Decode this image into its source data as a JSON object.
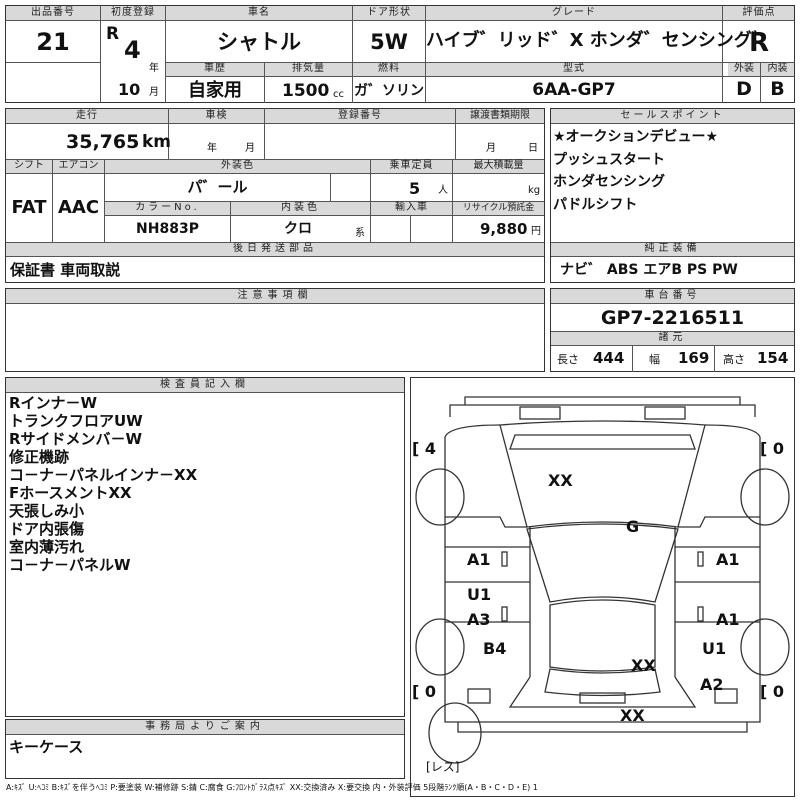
{
  "header": {
    "lot_no_label": "出品番号",
    "lot_no": "21",
    "first_reg_label": "初度登録",
    "era": "R",
    "year": "4",
    "year_unit": "年",
    "month": "10",
    "month_unit": "月",
    "car_name_label": "車名",
    "car_name": "シャトル",
    "doors_label": "ドア形状",
    "doors": "5W",
    "grade_label": "グレード",
    "grade": "ハイブ゛リッド゛X ホンダ゛センシング゛",
    "score_label": "評価点",
    "score": "R",
    "history_label": "車歴",
    "history": "自家用",
    "displacement_label": "排気量",
    "displacement": "1500",
    "displacement_unit": "cc",
    "fuel_label": "燃料",
    "fuel": "ガ゛ソリン",
    "model_label": "型式",
    "model": "6AA-GP7",
    "exterior_label": "外装",
    "interior_label": "内装",
    "exterior_grade": "D",
    "interior_grade": "B"
  },
  "mid": {
    "mileage_label": "走行",
    "mileage": "35,765",
    "mileage_unit": "km",
    "inspection_label": "車検",
    "inspection_year": "年",
    "inspection_month": "月",
    "reg_no_label": "登録番号",
    "transfer_label": "譲渡書類期限",
    "transfer_month": "月",
    "transfer_day": "日",
    "shift_label": "シフト",
    "shift": "FAT",
    "ac_label": "エアコン",
    "ac": "AAC",
    "color_label": "外装色",
    "color": "パ゛ール",
    "seats_label": "乗車定員",
    "seats": "5",
    "seats_unit": "人",
    "load_label": "最大積載量",
    "load_unit": "kg",
    "color_no_label": "カラーNo.",
    "color_no": "NH883P",
    "int_color_label": "内装色",
    "int_color": "クロ",
    "int_color_unit": "系",
    "import_label": "輸入車",
    "recycle_label": "リサイクル預託金",
    "recycle": "9,880",
    "recycle_unit": "円",
    "later_label": "後日発送部品",
    "later": "保証書 車両取説",
    "notes_label": "注意事項欄"
  },
  "sales": {
    "label": "セールスポイント",
    "points": [
      "★オークションデビュー★",
      "プッシュスタート",
      "ホンダセンシング",
      "パドルシフト"
    ],
    "equip_label": "純正装備",
    "equip": "ナビ゛ ABS エアB PS PW",
    "chassis_label": "車台番号",
    "chassis": "GP7-2216511",
    "dims_label": "諸元",
    "length_label": "長さ",
    "length": "444",
    "width_label": "幅",
    "width": "169",
    "height_label": "高さ",
    "height": "154"
  },
  "inspector": {
    "label": "検査員記入欄",
    "lines": [
      "Rインナ－W",
      "トランクフロアUW",
      "Rサイドメンバ－W",
      "修正機跡",
      "コ－ナ－パネルインナ－XX",
      "FホースメントXX",
      "天張しみ小",
      "ドア内張傷",
      "室内薄汚れ",
      "コ－ナ－パネルW"
    ]
  },
  "diagram": {
    "tire_fl": "4",
    "tire_fr": "0",
    "tire_rl": "0",
    "tire_rr": "0",
    "spare_label": "レス",
    "marks": {
      "hood": "XX",
      "windshield": "G",
      "front_left_door": "A1",
      "rear_left_door_top": "U1",
      "rear_left_door": "A3",
      "left_quarter": "B4",
      "front_right_door": "A1",
      "rear_right_door": "A1",
      "right_quarter": "U1",
      "roof_rear": "XX",
      "right_rear_bumper": "A2",
      "rear_bumper": "XX"
    }
  },
  "office": {
    "label": "事務局よりご案内",
    "text": "キーケース"
  },
  "legend": "A:ｷｽﾞ U:ﾍｺﾐ B:ｷｽﾞを伴うﾍｺﾐ P:要塗装 W:補修跡 S:錆 C:腐食 G:ﾌﾛﾝﾄｶﾞﾗｽ点ｷｽﾞ XX:交換済み X:要交換 内・外装評価 5段階ﾗﾝｸ順(A・B・C・D・E) 1"
}
